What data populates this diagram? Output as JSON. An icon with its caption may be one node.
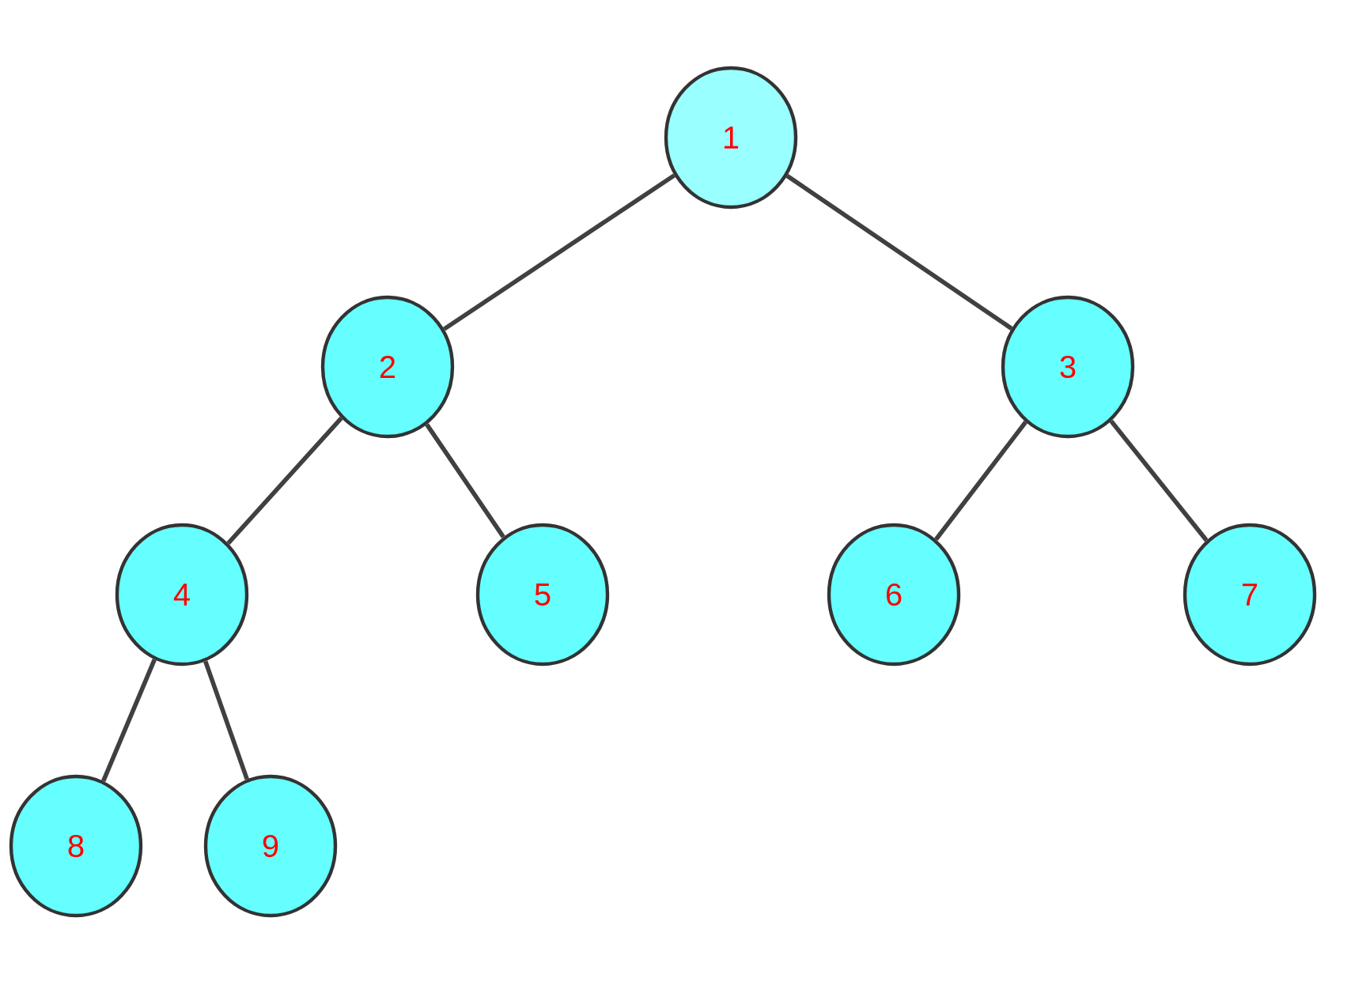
{
  "diagram": {
    "nodes": [
      {
        "text": [
          "1"
        ]
      },
      {
        "text": [
          "2"
        ]
      },
      {
        "text": [
          "3"
        ]
      },
      {
        "text": [
          "4"
        ]
      },
      {
        "text": [
          "5"
        ]
      },
      {
        "text": [
          "6"
        ]
      },
      {
        "text": [
          "7"
        ]
      },
      {
        "text": [
          "8"
        ]
      },
      {
        "text": [
          "9"
        ]
      }
    ],
    "edges": [
      {
        "from": 0,
        "to": 1,
        "arrow": "none"
      },
      {
        "from": 0,
        "to": 2,
        "arrow": "none"
      },
      {
        "from": 1,
        "to": 3,
        "arrow": "none"
      },
      {
        "from": 1,
        "to": 4,
        "arrow": "none"
      },
      {
        "from": 2,
        "to": 5,
        "arrow": "none"
      },
      {
        "from": 2,
        "to": 6,
        "arrow": "none"
      },
      {
        "from": 3,
        "to": 7,
        "arrow": "none"
      },
      {
        "from": 3,
        "to": 8,
        "arrow": "none"
      }
    ]
  }
}
